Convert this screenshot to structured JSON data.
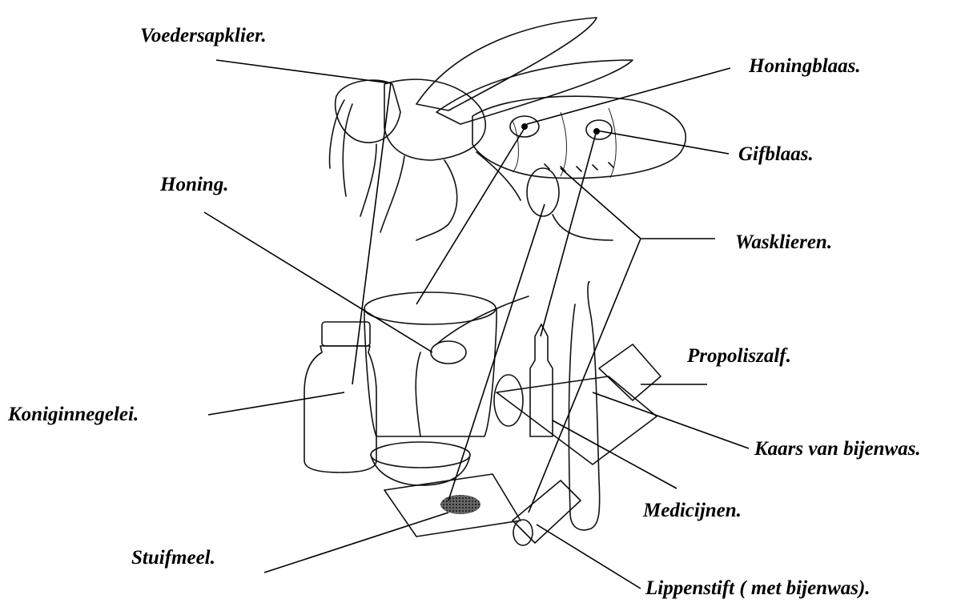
{
  "labels": {
    "voedersapklier": "Voedersapklier.",
    "honingblaas": "Honingblaas.",
    "gifblaas": "Gifblaas.",
    "honing": "Honing.",
    "wasklieren": "Wasklieren.",
    "propoliszalf": "Propoliszalf.",
    "koniginnegelei": "Koniginnegelei.",
    "kaars": "Kaars van bijenwas.",
    "medicijnen": "Medicijnen.",
    "stuifmeel": "Stuifmeel.",
    "lippenstift": "Lippenstift ( met bijenwas)."
  }
}
